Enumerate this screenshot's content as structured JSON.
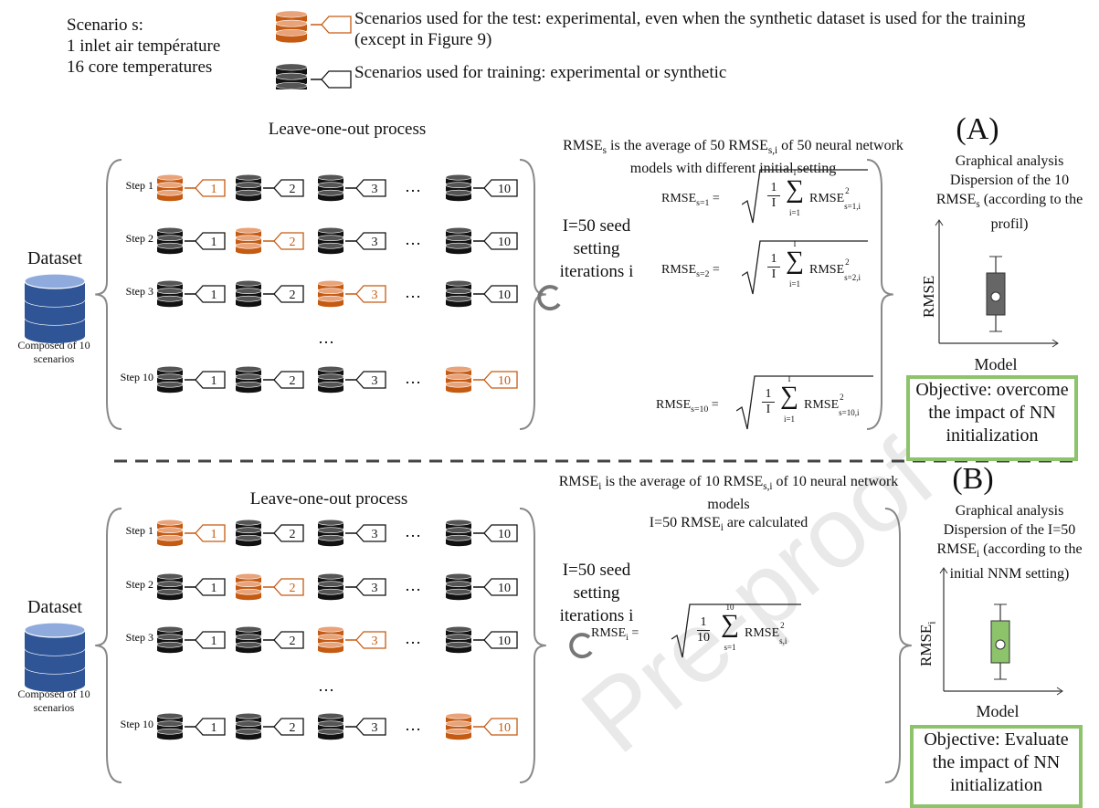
{
  "watermark": "Pre-proof",
  "legend": {
    "scenario_lines": [
      "Scenario s:",
      "1 inlet air température",
      "16 core temperatures"
    ],
    "test_text": "Scenarios used for the test: experimental, even when the synthetic dataset is used for the training (except in Figure 9)",
    "train_text": "Scenarios used for training: experimental or synthetic",
    "test_color": "#c55a11",
    "train_color": "#111111"
  },
  "panel_a": {
    "letter": "(A)",
    "loo_title": "Leave-one-out process",
    "steps": [
      "Step 1",
      "Step 2",
      "Step 3",
      "Step 10"
    ],
    "tags": [
      "1",
      "2",
      "3",
      "10"
    ],
    "ellipsis": "…",
    "dataset_title": "Dataset",
    "dataset_caption": "Composed of 10 scenarios",
    "iterations_text": "I=50 seed setting iterations i",
    "rmse_desc": "RMSE<sub>s</sub> is the average of 50 RMSE<sub>s,i</sub> of 50 neural network models with different initial setting",
    "equations": [
      {
        "lhs": "RMSE<sub>s=1</sub>",
        "sub": "s=1,i"
      },
      {
        "lhs": "RMSE<sub>s=2</sub>",
        "sub": "s=2,i"
      },
      {
        "lhs": "RMSE<sub>s=10</sub>",
        "sub": "s=10,i"
      }
    ],
    "sum_upper": "I",
    "sum_lower": "i=1",
    "frac_num": "1",
    "frac_den": "I",
    "analysis_text": "Graphical analysis Dispersion of the 10 RMSE<sub>s</sub> (according to the profil)",
    "y_label": "RMSE",
    "x_label": "Model",
    "box_color": "#666666",
    "objective": "Objective: overcome the impact of NN initialization"
  },
  "panel_b": {
    "letter": "(B)",
    "loo_title": "Leave-one-out process",
    "steps": [
      "Step 1",
      "Step 2",
      "Step 3",
      "Step 10"
    ],
    "tags": [
      "1",
      "2",
      "3",
      "10"
    ],
    "ellipsis": "…",
    "dataset_title": "Dataset",
    "dataset_caption": "Composed of 10 scenarios",
    "iterations_text": "I=50 seed setting iterations i",
    "rmse_desc": "RMSE<sub>i</sub> is the average of 10 RMSE<sub>s,i</sub> of 10 neural network models<br>I=50 RMSE<sub>i</sub> are calculated",
    "equation": {
      "lhs": "RMSE<sub>i</sub>",
      "sub": "s,i",
      "sum_upper": "10",
      "sum_lower": "s=1",
      "frac_num": "1",
      "frac_den": "10"
    },
    "analysis_text": "Graphical analysis Dispersion of the I=50 RMSE<sub>i</sub> (according to the initial NNM setting)",
    "y_label": "RMSE<sub>i</sub>",
    "x_label": "Model",
    "box_color": "#8dc36b",
    "objective": "Objective: Evaluate the impact of NN initialization"
  }
}
